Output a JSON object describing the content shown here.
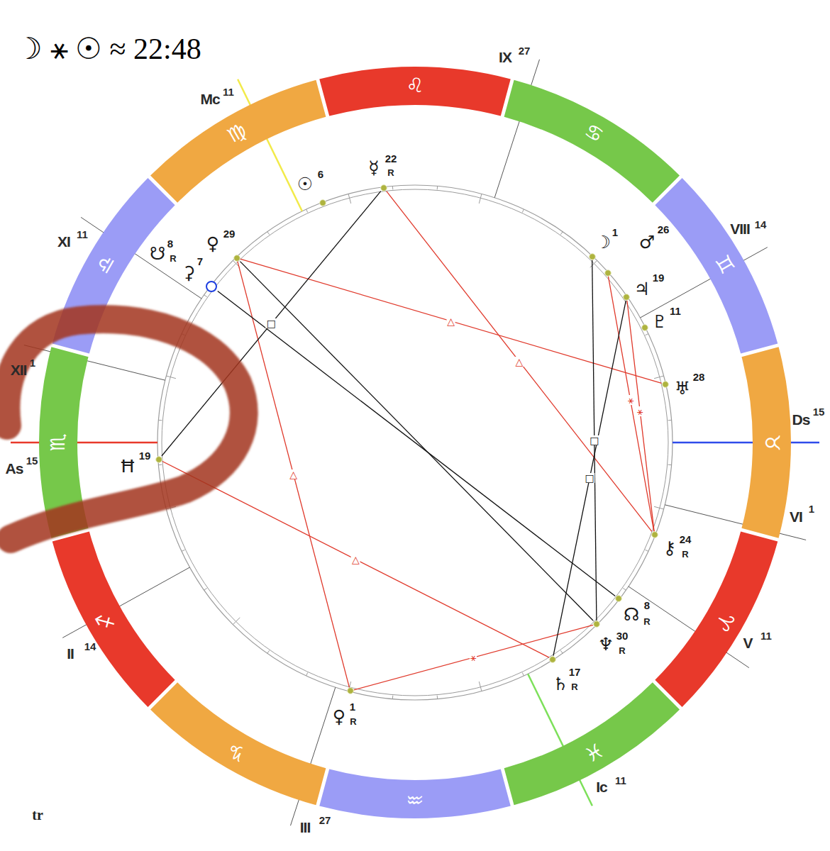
{
  "diagram": {
    "title": "☽ ⚹ ☉ ≈ 22:48",
    "nodes": [
      {
        "text": [
          "♌"
        ]
      },
      {
        "text": [
          "♋"
        ]
      },
      {
        "text": [
          "♍"
        ]
      },
      {
        "text": [
          "♊"
        ]
      },
      {
        "text": [
          "♎"
        ]
      },
      {
        "text": [
          "♉"
        ]
      },
      {
        "text": [
          "♏"
        ]
      },
      {
        "text": [
          "♈"
        ]
      },
      {
        "text": [
          "♐"
        ]
      },
      {
        "text": [
          "♓"
        ]
      },
      {
        "text": [
          "♑"
        ]
      },
      {
        "text": [
          "♒"
        ]
      },
      {
        "text": [
          "☿",
          "22",
          "R"
        ]
      },
      {
        "text": [
          "☉",
          "6"
        ]
      },
      {
        "text": [
          "☽",
          "1"
        ]
      },
      {
        "text": [
          "♀",
          "29"
        ]
      },
      {
        "text": [
          "♂",
          "26"
        ]
      },
      {
        "text": [
          "☋",
          "8",
          "R"
        ]
      },
      {
        "text": [
          "♃",
          "19"
        ]
      },
      {
        "text": [
          "♇",
          "11"
        ]
      },
      {
        "text": [
          "♅",
          "28"
        ]
      },
      {
        "text": [
          "Ħ",
          "19"
        ]
      },
      {
        "text": [
          "⚷",
          "24",
          "R"
        ]
      },
      {
        "text": [
          "☊",
          "8",
          "R"
        ]
      },
      {
        "text": [
          "♆",
          "30",
          "R"
        ]
      },
      {
        "text": [
          "♄",
          "17",
          "R"
        ]
      },
      {
        "text": [
          "♀",
          "1",
          "R"
        ]
      }
    ],
    "edges": [
      {
        "from": 15,
        "to": 20,
        "arrow": "none",
        "label": "△"
      },
      {
        "from": 12,
        "to": 22,
        "arrow": "none",
        "label": "△"
      },
      {
        "from": 15,
        "to": 26,
        "arrow": "none",
        "label": "△"
      },
      {
        "from": 21,
        "to": 25,
        "arrow": "none",
        "label": "△"
      },
      {
        "from": 26,
        "to": 24,
        "arrow": "none",
        "label": "⚹"
      },
      {
        "from": 16,
        "to": 22,
        "arrow": "none",
        "label": "⚹"
      },
      {
        "from": 18,
        "to": 22,
        "arrow": "none",
        "label": "⚹"
      },
      {
        "from": 12,
        "to": 21,
        "arrow": "none",
        "label": "□"
      },
      {
        "from": 14,
        "to": 24,
        "arrow": "none",
        "label": "□"
      },
      {
        "from": 18,
        "to": 25,
        "arrow": "none",
        "label": "□"
      },
      {
        "from": 15,
        "to": 24,
        "arrow": "none"
      },
      {
        "from": 17,
        "to": 23,
        "arrow": "none"
      }
    ],
    "labels": [
      "Mc",
      "11",
      "IX",
      "27",
      "XI",
      "11",
      "VIII",
      "14",
      "⚳",
      "7",
      "XII",
      "1",
      "Ds",
      "15",
      "As",
      "15",
      "VI",
      "1",
      "II",
      "14",
      "V",
      "11",
      "Ic",
      "11",
      "III",
      "27",
      "tr"
    ]
  }
}
